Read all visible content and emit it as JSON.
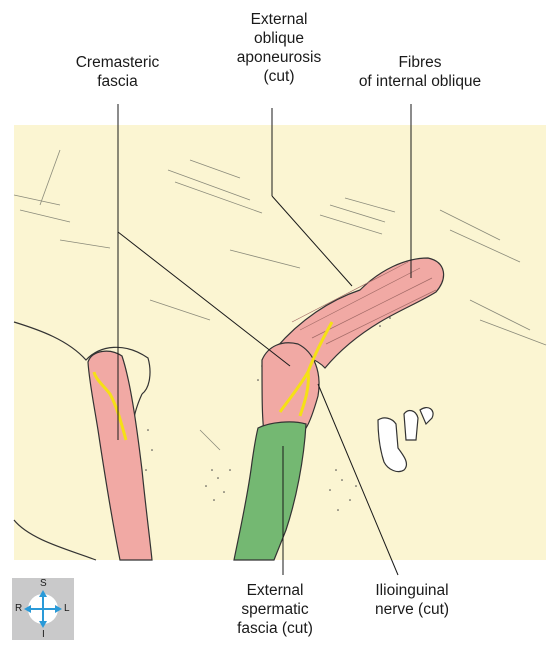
{
  "labels": {
    "external_oblique": "External\noblique\naponeurosis\n(cut)",
    "cremasteric": "Cremasteric\nfascia",
    "fibres_internal_oblique": "Fibres\nof internal oblique",
    "external_spermatic": "External\nspermatic\nfascia (cut)",
    "ilioinguinal": "Ilioinguinal\nnerve (cut)"
  },
  "orientation": {
    "superior": "S",
    "inferior": "I",
    "right": "R",
    "left": "L"
  },
  "colors": {
    "background_tissue": "#fbf5d2",
    "muscle_pink": "#f1a9a4",
    "fascia_green": "#74b872",
    "nerve_yellow": "#f5e016",
    "compass_arrow": "#2a9ad8",
    "compass_bg": "#c9c9ca"
  }
}
